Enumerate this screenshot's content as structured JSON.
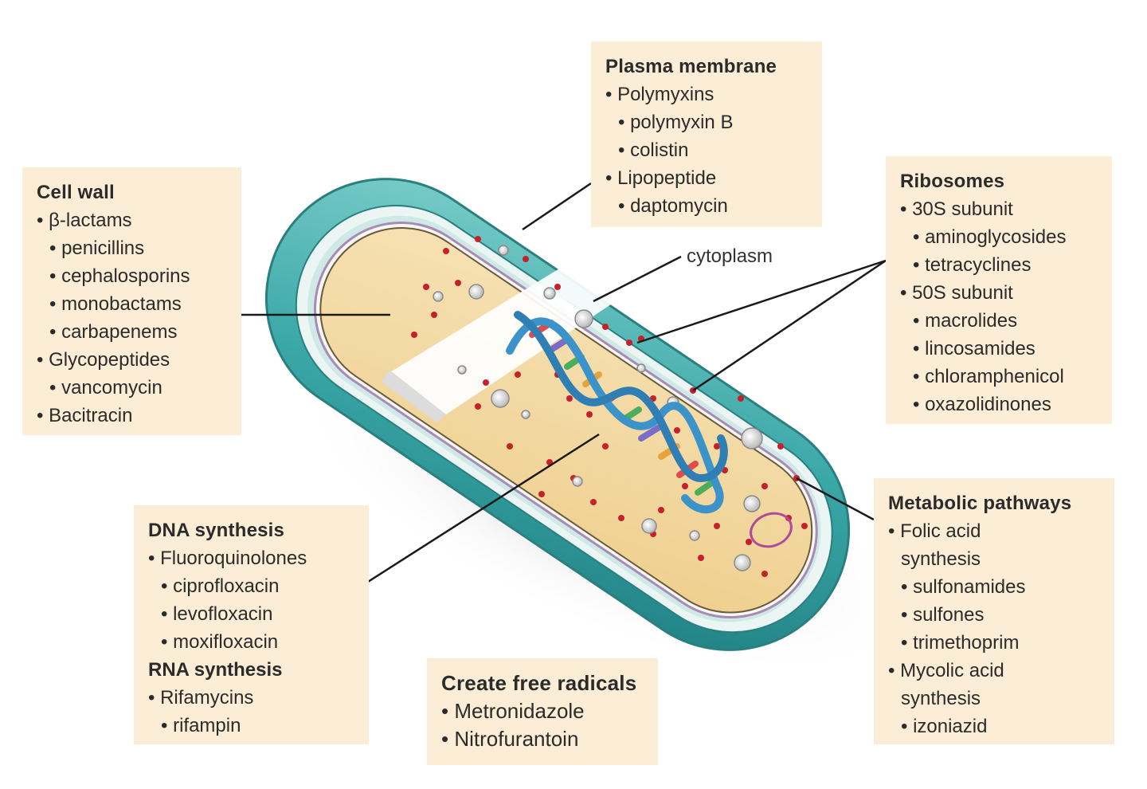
{
  "labels": {
    "cytoplasm": "cytoplasm"
  },
  "boxes": {
    "cell_wall": {
      "title": "Cell wall",
      "items": [
        "• β-lactams",
        "• penicillins",
        "• cephalosporins",
        "• monobactams",
        "• carbapenems",
        "• Glycopeptides",
        "• vancomycin",
        "• Bacitracin"
      ]
    },
    "plasma_membrane": {
      "title": "Plasma membrane",
      "items": [
        "• Polymyxins",
        "• polymyxin B",
        "• colistin",
        "• Lipopeptide",
        "• daptomycin"
      ]
    },
    "ribosomes": {
      "title": "Ribosomes",
      "items": [
        "• 30S subunit",
        "• aminoglycosides",
        "• tetracyclines",
        "• 50S subunit",
        "• macrolides",
        "• lincosamides",
        "• chloramphenicol",
        "• oxazolidinones"
      ]
    },
    "dna_synthesis": {
      "title": "DNA synthesis",
      "items": [
        "• Fluoroquinolones",
        "• ciprofloxacin",
        "• levofloxacin",
        "• moxifloxacin"
      ],
      "title2": "RNA synthesis",
      "items2": [
        "• Rifamycins",
        "• rifampin"
      ]
    },
    "free_radicals": {
      "title": "Create free radicals",
      "items": [
        "• Metronidazole",
        "• Nitrofurantoin"
      ]
    },
    "metabolic": {
      "title": "Metabolic pathways",
      "items": [
        "• Folic acid",
        "synthesis",
        "• sulfonamides",
        "• sulfones",
        "• trimethoprim",
        "• Mycolic acid",
        "synthesis",
        "• izoniazid"
      ]
    }
  },
  "colors": {
    "box_fill": "#fbedd6",
    "capsule_teal": "#3aa7a7",
    "cytoplasm": "#f3d9a2",
    "ribosome_red": "#c8202a",
    "dna_blue": "#3b93c9"
  }
}
